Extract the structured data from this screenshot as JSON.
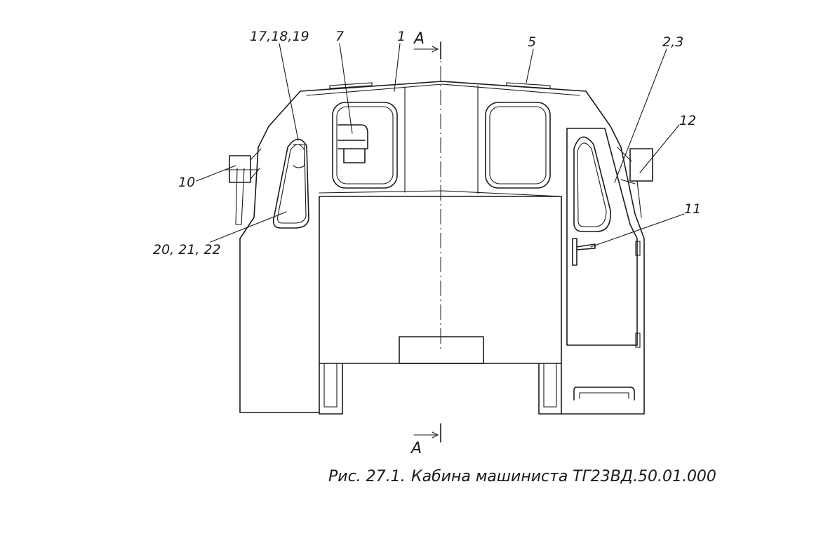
{
  "callouts": {
    "c_17_18_19": "17,18,19",
    "c_7": "7",
    "c_1": "1",
    "c_5": "5",
    "c_2_3": "2,3",
    "c_12": "12",
    "c_10": "10",
    "c_11": "11",
    "c_20_21_22": "20, 21, 22"
  },
  "section_marks": {
    "top": "A",
    "bottom": "A"
  },
  "caption": {
    "figure": "Рис. 27.1.",
    "title": "Кабина машиниста",
    "code": "ТГ23ВД.50.01.000"
  }
}
